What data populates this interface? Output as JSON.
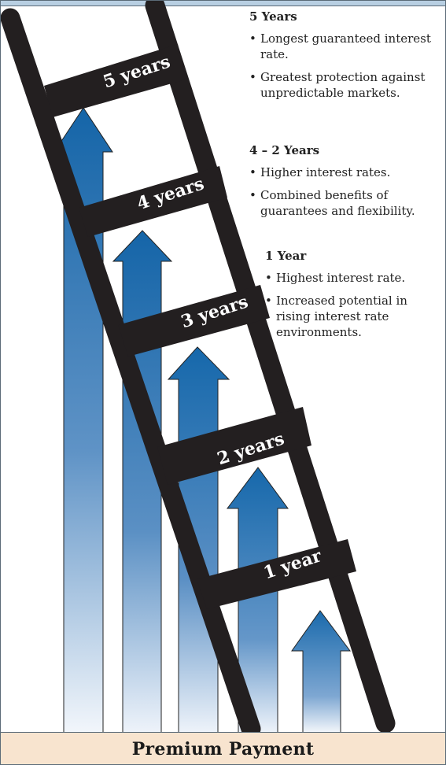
{
  "rungs": [
    "1 year",
    "2 years",
    "3 years",
    "4 years",
    "5 years"
  ],
  "tiers": [
    {
      "heading": "5 Years",
      "points": [
        "Longest guaranteed interest rate.",
        "Greatest protection against unpredictable markets."
      ]
    },
    {
      "heading": "4 – 2 Years",
      "points": [
        "Higher interest rates.",
        "Combined benefits of guarantees and flexibility."
      ]
    },
    {
      "heading": "1 Year",
      "points": [
        "Highest interest rate.",
        "Increased potential in rising interest rate environments."
      ]
    }
  ],
  "footer": "Premium Payment",
  "colors": {
    "arrow_blue": "#1565a8",
    "ladder": "#231f20",
    "footer_bg": "#f8e4cf",
    "top_bar": "#b8cfe2"
  }
}
